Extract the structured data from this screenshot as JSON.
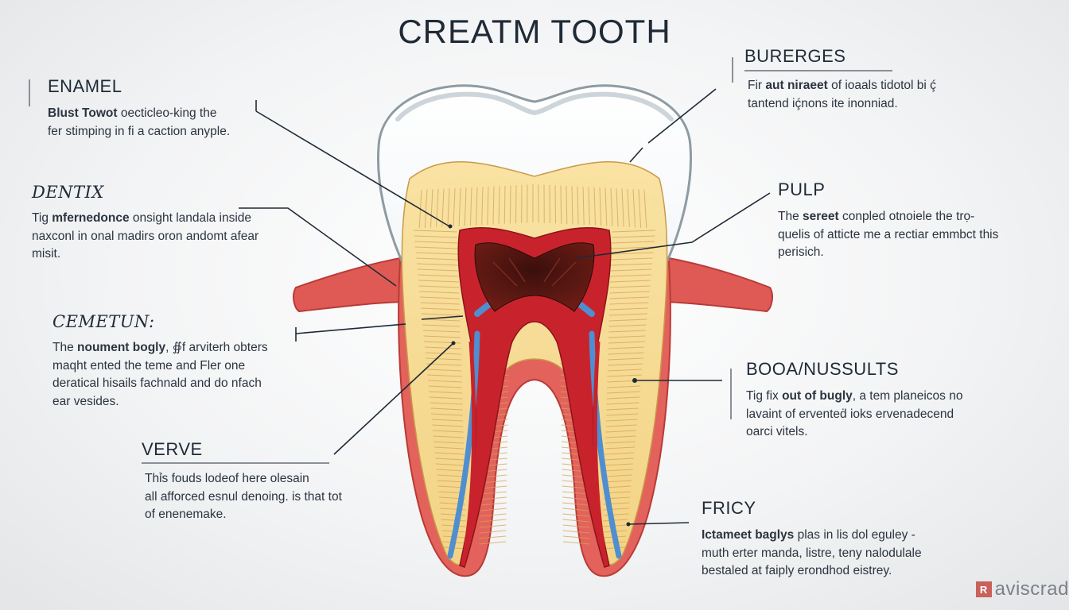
{
  "title": "CREATM TOOTH",
  "labels": {
    "enamel": {
      "heading": "ENAMEL",
      "lead": "Blust Towot",
      "line1_rest": " oecticleo-king the",
      "line2": "fer stimping in fi a caction anyple."
    },
    "dentix": {
      "heading": "DENTIX",
      "prefix": "Tig ",
      "lead": "mfernedonce",
      "line1_rest": " onsight landala inside",
      "line2": "naxconl in onal madirs oron andomt afear",
      "line3": "misit."
    },
    "cemetun": {
      "heading": "CEMETUN:",
      "prefix": "The ",
      "lead": "noument bogly",
      "line1_rest": ", ∯f arviterh obters",
      "line2": "maqht ented the teme and  Fler one",
      "line3": "deratical hisails fachnald and do nfach",
      "line4": "ear vesides."
    },
    "verve": {
      "heading": "VERVE",
      "line1": "Thỉs fouds lodeof here olesain",
      "line2": "all afforced esnul denoing. is that tot",
      "line3": "of enenemake."
    },
    "burerges": {
      "heading": "BURERGES",
      "prefix": "Fir ",
      "lead": "aut niraeet",
      "line1_rest": " of ioaals tidotol bi ḉ",
      "line2": "tantend iḉnons ite inonniad."
    },
    "pulp": {
      "heading": "PULP",
      "prefix": "The ",
      "lead": "sereet",
      "line1_rest": " conpled otnoiele the trọ-",
      "line2": "quelis of atticte me a rectiar emmbct this",
      "line3": "perisich."
    },
    "boon": {
      "heading": "BOOA/NUSSULTS",
      "prefix": "Tig fix ",
      "lead": "out of bugly",
      "line1_rest": ", a tem planeicos no",
      "line2": "lavaint of erventeḋ ioks ervenadecend",
      "line3": "oarci vitels."
    },
    "fricy": {
      "heading": "FRICY",
      "lead": "Ictameet baglys",
      "line1_rest": " plas in lis dol eguley -",
      "line2": "muth erter manda, listre, teny nalodulale",
      "line3": "bestaled at faiply erondhod eistrey."
    }
  },
  "watermark": {
    "mark": "R",
    "text": "aviscrad"
  },
  "colors": {
    "enamel": "#ffffff",
    "enamel_shadow": "#9aa6ad",
    "dentin": "#f7dc95",
    "dentin_lines": "#d8a85a",
    "gum": "#e05a55",
    "pulp_red": "#c7202a",
    "pulp_dark": "#4a1612",
    "nerve_blue": "#4f8fd0",
    "leader": "#1f2a36"
  },
  "icons": {
    "watermark": "logo-mark-icon"
  }
}
